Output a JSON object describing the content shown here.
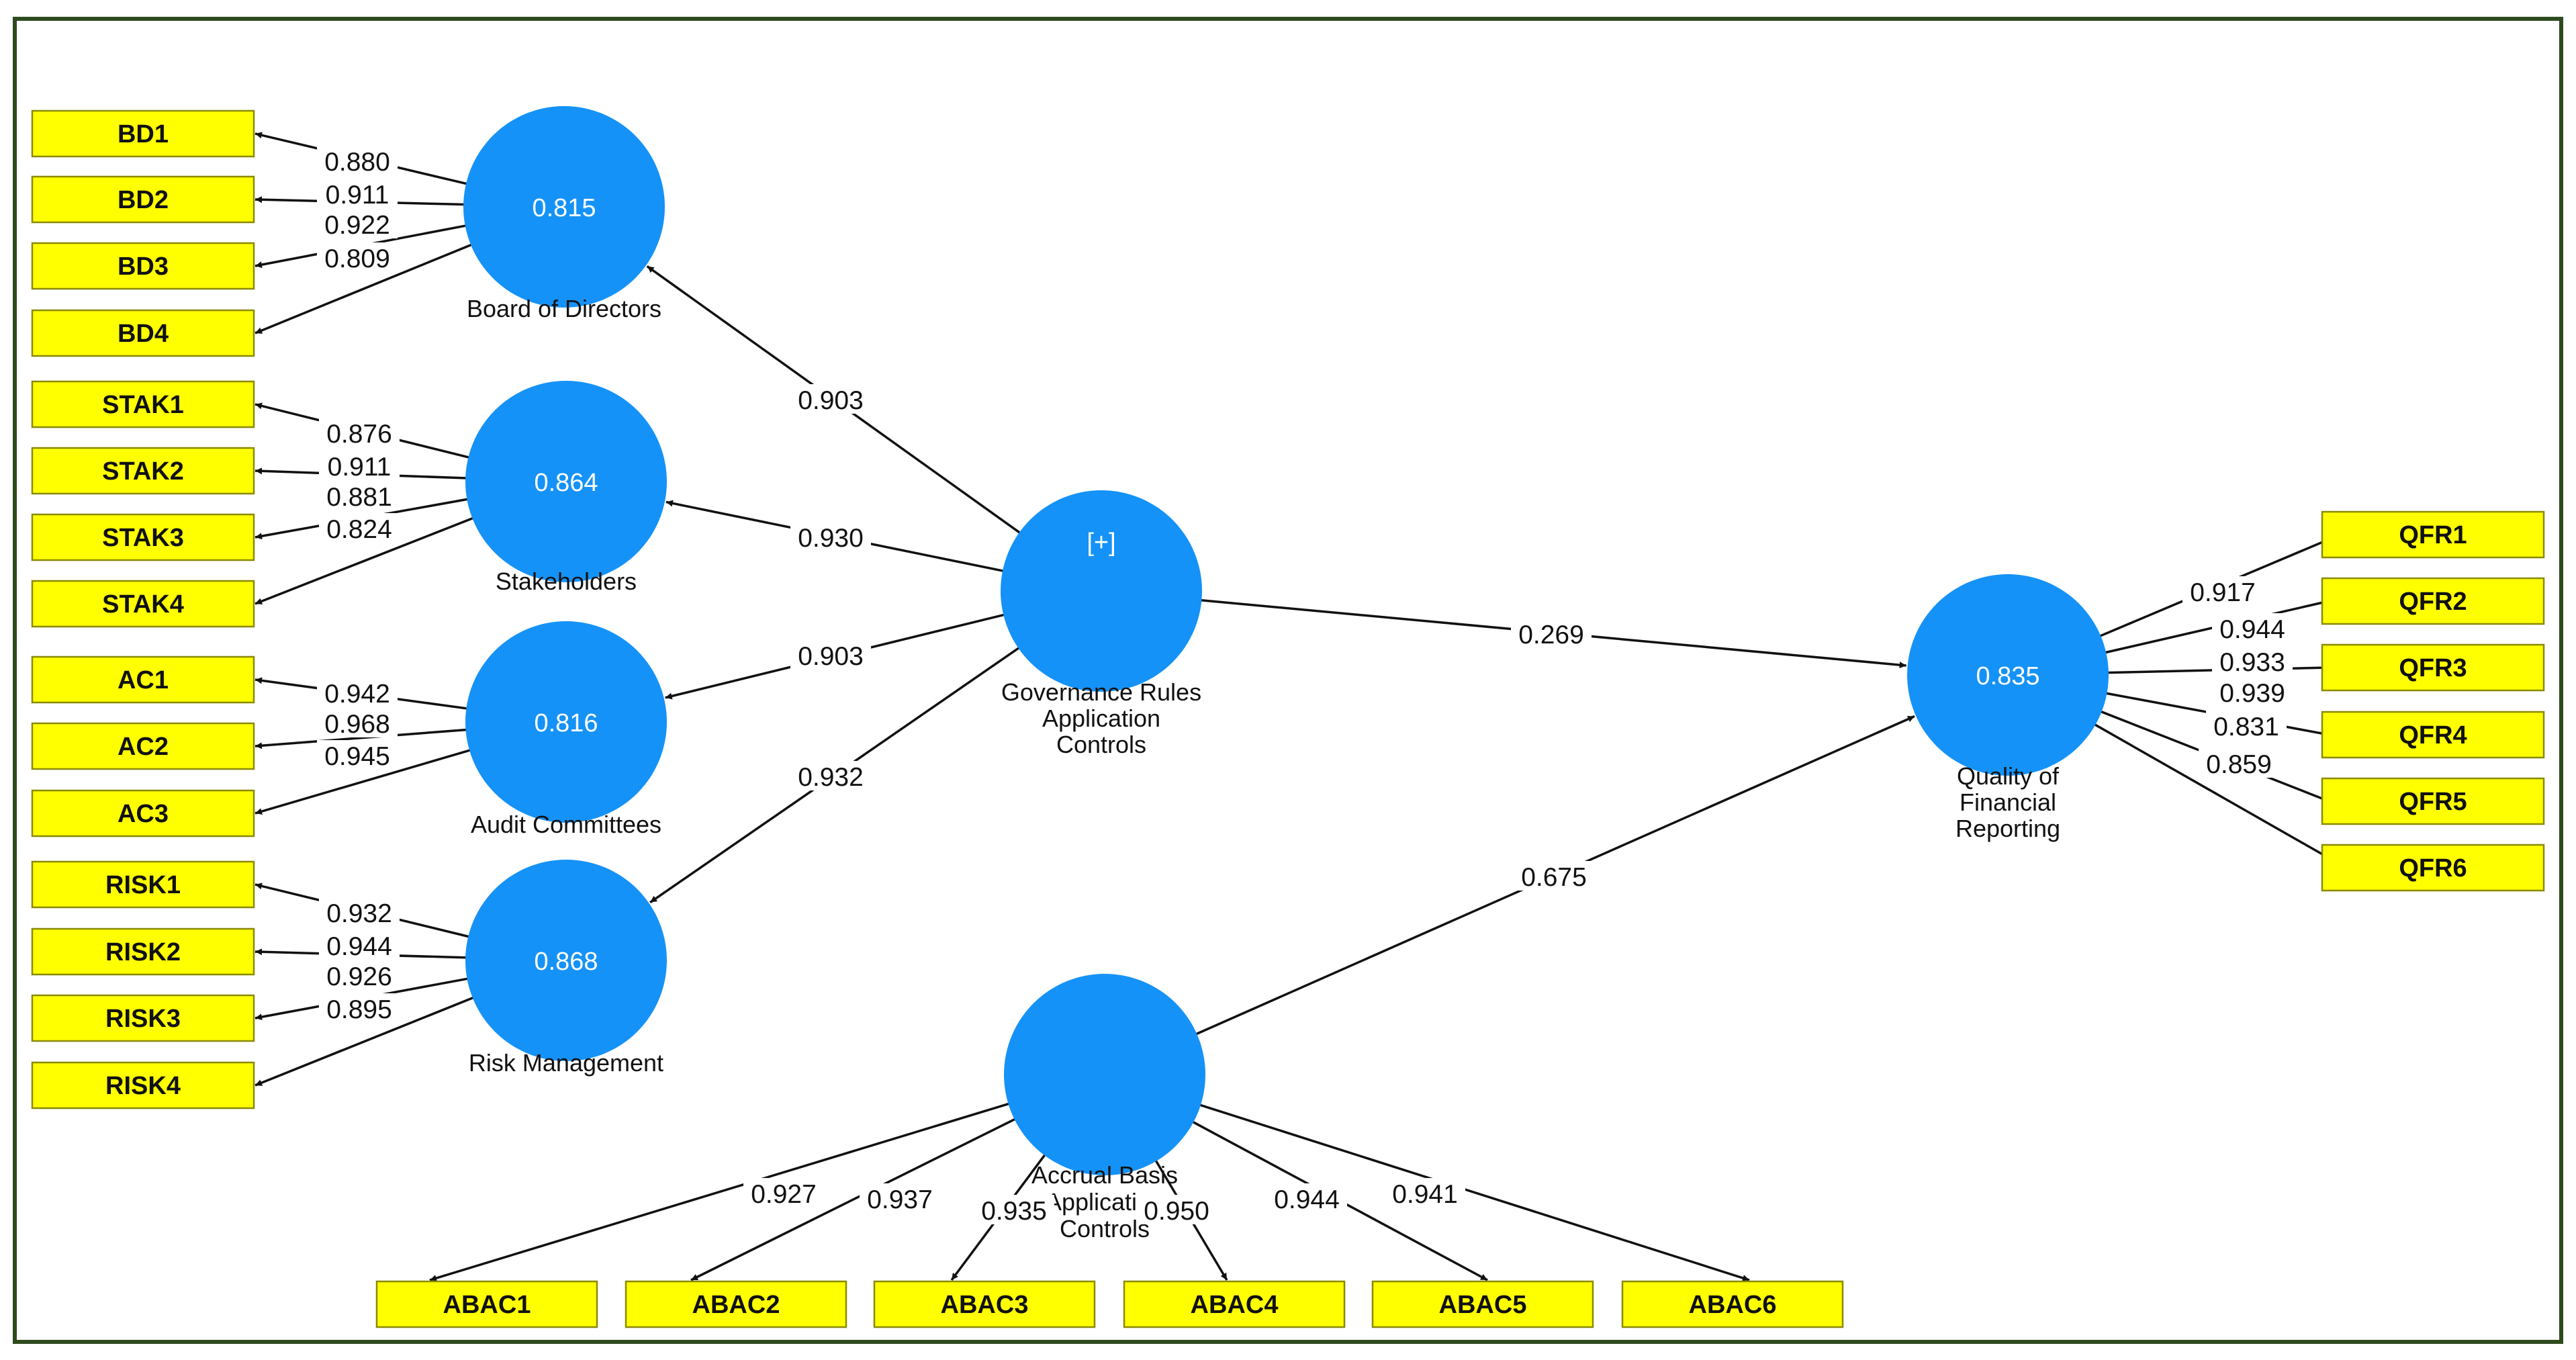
{
  "constructs": {
    "board": {
      "name": [
        "Board of Directors"
      ],
      "value": "0.815"
    },
    "stake": {
      "name": [
        "Stakeholders"
      ],
      "value": "0.864"
    },
    "audit": {
      "name": [
        "Audit Committees"
      ],
      "value": "0.816"
    },
    "risk": {
      "name": [
        "Risk Management"
      ],
      "value": "0.868"
    },
    "gov": {
      "name": [
        "Governance Rules",
        "Application",
        "Controls"
      ],
      "value": "[+]"
    },
    "qfr": {
      "name": [
        "Quality of",
        "Financial",
        "Reporting"
      ],
      "value": "0.835"
    },
    "abac": {
      "name": [
        "Accrual Basis",
        "Application",
        "Controls"
      ],
      "value": ""
    }
  },
  "indicators": {
    "board": [
      "BD1",
      "BD2",
      "BD3",
      "BD4"
    ],
    "stake": [
      "STAK1",
      "STAK2",
      "STAK3",
      "STAK4"
    ],
    "audit": [
      "AC1",
      "AC2",
      "AC3"
    ],
    "risk": [
      "RISK1",
      "RISK2",
      "RISK3",
      "RISK4"
    ],
    "qfr": [
      "QFR1",
      "QFR2",
      "QFR3",
      "QFR4",
      "QFR5",
      "QFR6"
    ],
    "abac": [
      "ABAC1",
      "ABAC2",
      "ABAC3",
      "ABAC4",
      "ABAC5",
      "ABAC6"
    ]
  },
  "loadings": {
    "board": [
      "0.880",
      "0.911",
      "0.922",
      "0.809"
    ],
    "stake": [
      "0.876",
      "0.911",
      "0.881",
      "0.824"
    ],
    "audit": [
      "0.942",
      "0.968",
      "0.945"
    ],
    "risk": [
      "0.932",
      "0.944",
      "0.926",
      "0.895"
    ],
    "qfr": [
      "0.917",
      "0.944",
      "0.933",
      "0.939",
      "0.831",
      "0.859"
    ],
    "abac": [
      "0.927",
      "0.937",
      "0.935",
      "0.950",
      "0.944",
      "0.941"
    ]
  },
  "paths": {
    "gov_board": "0.903",
    "gov_stake": "0.930",
    "gov_audit": "0.903",
    "gov_risk": "0.932",
    "gov_qfr": "0.269",
    "abac_qfr": "0.675"
  },
  "colors": {
    "construct_fill": "#1592f7",
    "indicator_fill": "#ffff00",
    "indicator_stroke": "#8a8a00",
    "frame": "#2e4a1e",
    "arrow": "#111111"
  }
}
